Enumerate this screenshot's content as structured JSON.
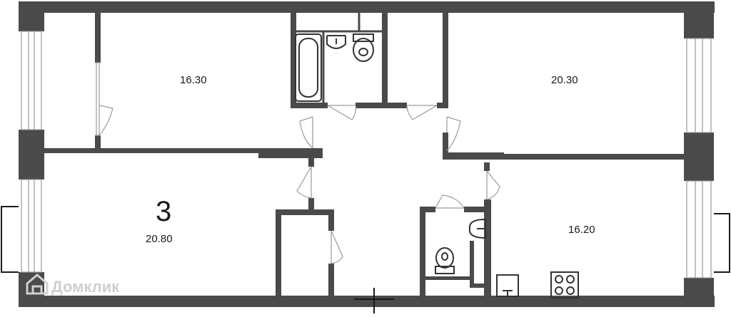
{
  "plan": {
    "rooms_count": "3",
    "watermark": "Домклик",
    "colors": {
      "wall": "#4a4a4a",
      "window": "#9a9a9a",
      "door": "#9a9a9a",
      "fixture": "#333333"
    },
    "rooms": [
      {
        "id": "bedroom-top-left",
        "area": "16.30"
      },
      {
        "id": "bedroom-top-right",
        "area": "20.30"
      },
      {
        "id": "living-room",
        "area": "20.80"
      },
      {
        "id": "kitchen",
        "area": "16.20"
      }
    ]
  }
}
